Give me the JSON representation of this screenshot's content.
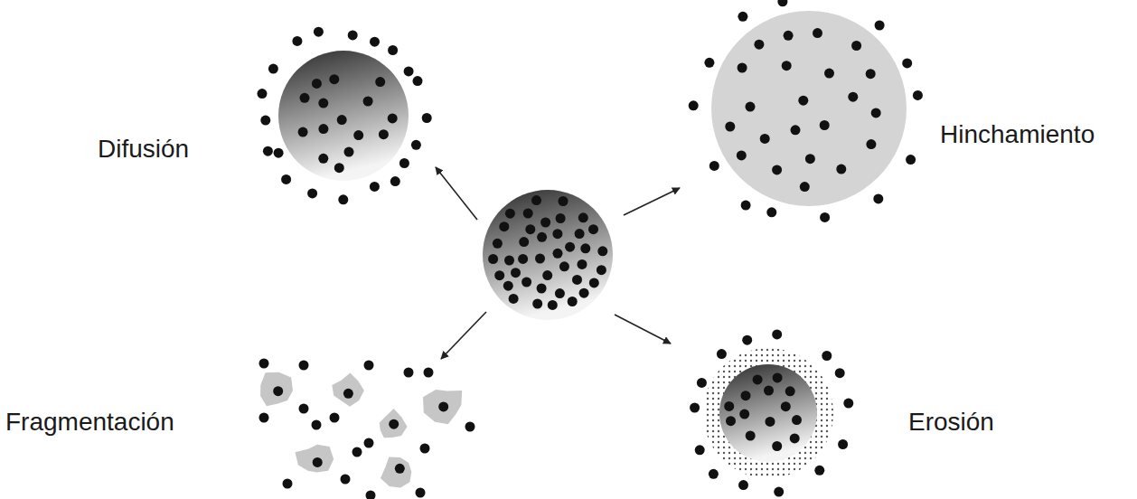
{
  "diagram": {
    "labels": [
      "Difusión",
      "Hinchamiento",
      "Fragmentación",
      "Erosión"
    ]
  }
}
